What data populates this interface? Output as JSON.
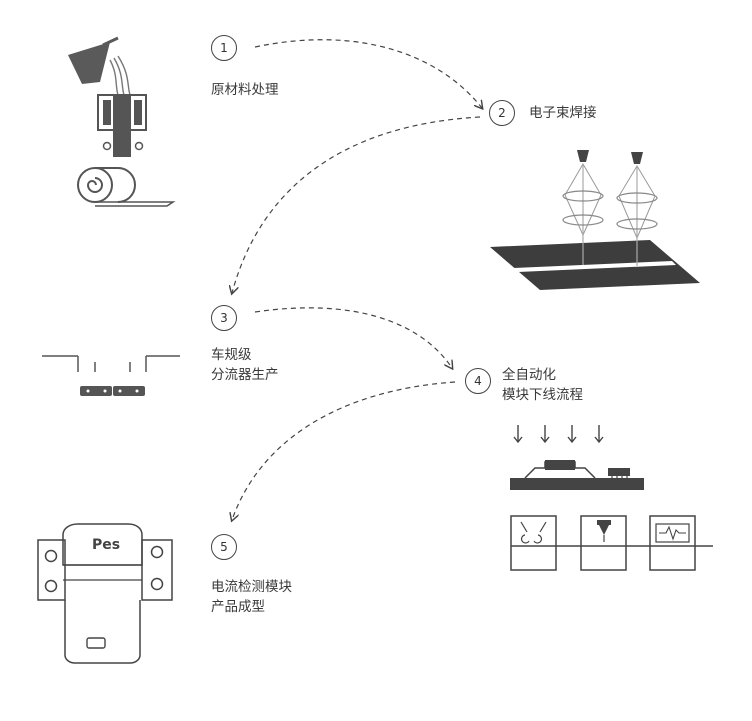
{
  "steps": [
    {
      "number": "1",
      "line1": "原材料处理",
      "line2": ""
    },
    {
      "number": "2",
      "line1": "电子束焊接",
      "line2": ""
    },
    {
      "number": "3",
      "line1": "车规级",
      "line2": "分流器生产"
    },
    {
      "number": "4",
      "line1": "全自动化",
      "line2": "模块下线流程"
    },
    {
      "number": "5",
      "line1": "电流检测模块",
      "line2": "产品成型"
    }
  ],
  "product_logo": "Pes"
}
